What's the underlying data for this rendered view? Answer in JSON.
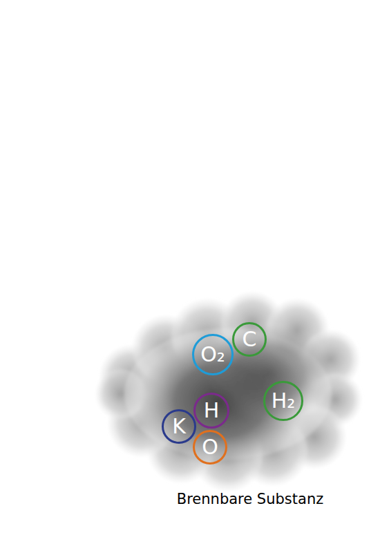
{
  "diagram": {
    "nodes": [
      {
        "text": [
          "O₂"
        ]
      },
      {
        "text": [
          "C"
        ]
      },
      {
        "text": [
          "H₂"
        ]
      },
      {
        "text": [
          "H"
        ]
      },
      {
        "text": [
          "K"
        ]
      },
      {
        "text": [
          "O"
        ]
      }
    ],
    "labels": [
      "Brennbare Substanz"
    ]
  }
}
